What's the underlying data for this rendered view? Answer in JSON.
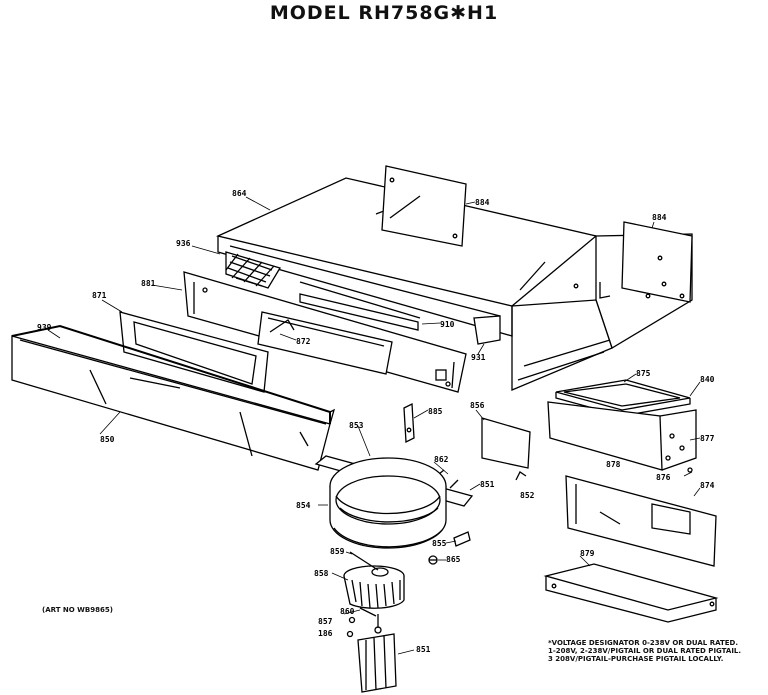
{
  "title": "MODEL RH758G✱H1",
  "art_no": "(ART NO  WB9865)",
  "note": "*VOLTAGE DESIGNATOR 0-238V OR DUAL RATED.\n1-208V, 2-238V/PIGTAIL OR DUAL RATED PIGTAIL.\n3 208V/PIGTAIL-PURCHASE PIGTAIL LOCALLY.",
  "labels": [
    "864",
    "884",
    "884",
    "936",
    "881",
    "871",
    "939",
    "910",
    "872",
    "931",
    "850",
    "885",
    "856",
    "875",
    "840",
    "853",
    "877",
    "878",
    "862",
    "876",
    "851",
    "852",
    "854",
    "874",
    "855",
    "859",
    "865",
    "858",
    "879",
    "860",
    "857",
    "186",
    "851"
  ]
}
